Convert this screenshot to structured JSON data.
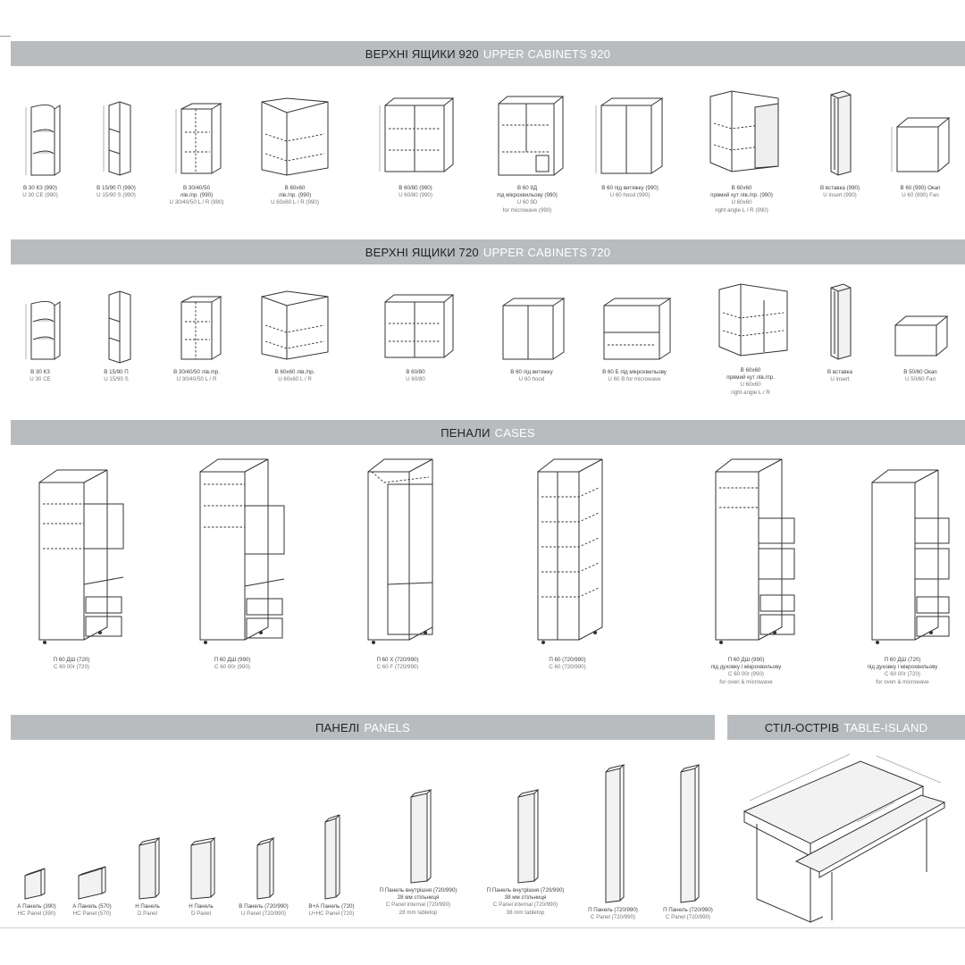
{
  "sections": {
    "upper990": {
      "uk": "ВЕРХНІ ЯЩИКИ 920",
      "en": "UPPER CABINETS 920"
    },
    "upper720": {
      "uk": "ВЕРХНІ ЯЩИКИ 720",
      "en": "UPPER CABINETS 720"
    },
    "cases": {
      "uk": "ПЕНАЛИ",
      "en": "CASES"
    },
    "panels": {
      "uk": "ПАНЕЛІ",
      "en": "PANELS"
    },
    "island": {
      "uk": "СТІЛ-ОСТРІВ",
      "en": "TABLE-ISLAND"
    }
  },
  "upper990": [
    {
      "uk": "В 30 КЗ (990)",
      "en": "U 30 CE (990)"
    },
    {
      "uk": "В 15/90 П (990)",
      "en": "U 15/90 S (990)"
    },
    {
      "uk": "В 30/40/50",
      "uk2": "лів./пр. (990)",
      "en": "U 30/40/50 L / R (990)"
    },
    {
      "uk": "В 60x60",
      "uk2": "лів./пр. (990)",
      "en": "U 60x60 L / R (990)"
    },
    {
      "uk": "В 60/80 (990)",
      "en": "U 60/80 (990)"
    },
    {
      "uk": "В 60 9Д",
      "uk2": "під мікрохвильову (990)",
      "en": "U 60 9D",
      "en2": "for microwave (990)"
    },
    {
      "uk": "В 60 під витяжку (990)",
      "en": "U 60 hood (990)"
    },
    {
      "uk": "В 60x60",
      "uk2": "прямий кут лів./пр. (990)",
      "en": "U 60x60",
      "en2": "right angle L / R (990)"
    },
    {
      "uk": "В вставка (990)",
      "en": "U insert (990)"
    },
    {
      "uk": "В 60 (990) Окап",
      "en": "U 60 (990) Fan"
    }
  ],
  "upper720": [
    {
      "uk": "В 30 КЗ",
      "en": "U 30 CE"
    },
    {
      "uk": "В 15/90 П",
      "en": "U 15/90 S"
    },
    {
      "uk": "В 30/40/50 лів./пр.",
      "en": "U 30/40/50 L / R"
    },
    {
      "uk": "В 60x60 лів./пр.",
      "en": "U 60x60 L / R"
    },
    {
      "uk": "В 60/80",
      "en": "U 60/80"
    },
    {
      "uk": "В 60 під витяжку",
      "en": "U 60 hood"
    },
    {
      "uk": "В 60 Б під мікрохвильову",
      "en": "U 60 B for microwave"
    },
    {
      "uk": "В 60x60",
      "uk2": "прямий кут лів./пр.",
      "en": "U 60x60",
      "en2": "right angle L / R"
    },
    {
      "uk": "В вставка",
      "en": "U insert"
    },
    {
      "uk": "В 50/60 Окап",
      "en": "U 50/60 Fan"
    }
  ],
  "cases": [
    {
      "uk": "П 60 ДШ (720)",
      "en": "C 60 00r (720)"
    },
    {
      "uk": "П 60 ДШ (990)",
      "en": "C 60 00r (990)"
    },
    {
      "uk": "П 60 Х (720/990)",
      "en": "C 60 F (720/990)"
    },
    {
      "uk": "П 60 (720/990)",
      "en": "C 60 (720/990)"
    },
    {
      "uk": "П 60 ДШ (990)",
      "uk2": "під духовку і мікрохвильову",
      "en": "C 60 00r (990)",
      "en2": "for oven & microwave"
    },
    {
      "uk": "П 60 ДШ (720)",
      "uk2": "під духовку і мікрохвильову",
      "en": "C 60 00r (720)",
      "en2": "for oven & microwave"
    }
  ],
  "panels": [
    {
      "uk": "А Панель (390)",
      "en": "HC Panel (390)"
    },
    {
      "uk": "А Панель (570)",
      "en": "HC Panel (570)"
    },
    {
      "uk": "Н Панель",
      "en": "D Panel"
    },
    {
      "uk": "Н Панель",
      "en": "D Panel"
    },
    {
      "uk": "В Панель (720/990)",
      "en": "U Panel (720/990)"
    },
    {
      "uk": "В+А Панель (720)",
      "en": "U+HC Panel (720)"
    },
    {
      "uk": "П Панель внутрішня (720/990)",
      "uk2": "28 мм стільниця",
      "en": "C Panel internal (720/990)",
      "en2": "28 mm tabletop"
    },
    {
      "uk": "П Панель внутрішня (720/990)",
      "uk2": "38 мм стільниця",
      "en": "C Panel internal (720/990)",
      "en2": "38 mm tabletop"
    },
    {
      "uk": "П Панель (720/990)",
      "en": "C Panel (720/990)"
    },
    {
      "uk": "П Панель (720/990)",
      "en": "C Panel (720/990)"
    }
  ]
}
